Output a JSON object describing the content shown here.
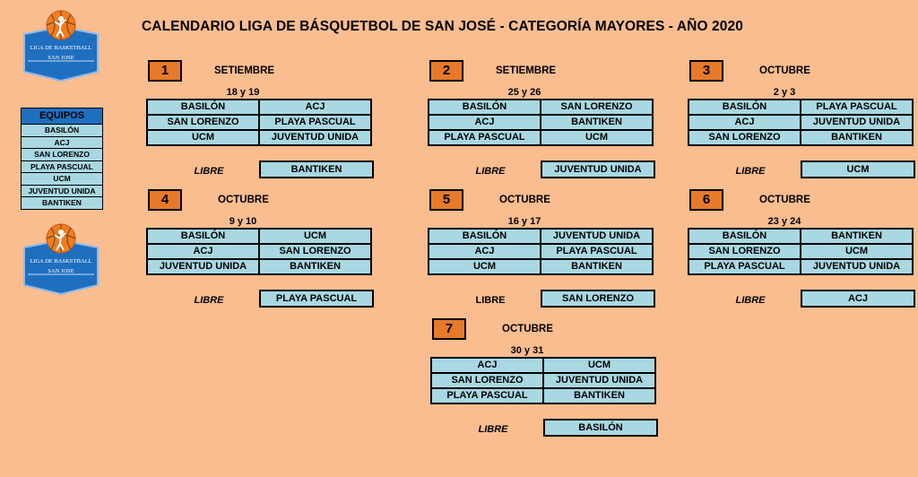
{
  "title": "CALENDARIO LIGA DE BÁSQUETBOL DE SAN JOSÉ - CATEGORÍA MAYORES - AÑO 2020",
  "logo": {
    "line1": "LIGA DE BASKETBALL",
    "line2": "SAN JOSE"
  },
  "teams": {
    "header": "EQUIPOS",
    "items": [
      "BASILÓN",
      "ACJ",
      "SAN LORENZO",
      "PLAYA PASCUAL",
      "UCM",
      "JUVENTUD UNIDA",
      "BANTIKEN"
    ]
  },
  "libre_label": "LIBRE",
  "rounds": [
    {
      "number": "1",
      "month": "SETIEMBRE",
      "dates": "18 y 19",
      "matches": [
        [
          "BASILÓN",
          "ACJ"
        ],
        [
          "SAN LORENZO",
          "PLAYA PASCUAL"
        ],
        [
          "UCM",
          "JUVENTUD UNIDA"
        ]
      ],
      "libre": "BANTIKEN"
    },
    {
      "number": "2",
      "month": "SETIEMBRE",
      "dates": "25 y 26",
      "matches": [
        [
          "BASILÓN",
          "SAN LORENZO"
        ],
        [
          "ACJ",
          "BANTIKEN"
        ],
        [
          "PLAYA PASCUAL",
          "UCM"
        ]
      ],
      "libre": "JUVENTUD UNIDA"
    },
    {
      "number": "3",
      "month": "OCTUBRE",
      "dates": "2 y 3",
      "matches": [
        [
          "BASILÓN",
          "PLAYA PASCUAL"
        ],
        [
          "ACJ",
          "JUVENTUD UNIDA"
        ],
        [
          "SAN LORENZO",
          "BANTIKEN"
        ]
      ],
      "libre": "UCM"
    },
    {
      "number": "4",
      "month": "OCTUBRE",
      "dates": "9 y 10",
      "matches": [
        [
          "BASILÓN",
          "UCM"
        ],
        [
          "ACJ",
          "SAN LORENZO"
        ],
        [
          "JUVENTUD UNIDA",
          "BANTIKEN"
        ]
      ],
      "libre": "PLAYA PASCUAL"
    },
    {
      "number": "5",
      "month": "OCTUBRE",
      "dates": "16 y 17",
      "matches": [
        [
          "BASILÓN",
          "JUVENTUD UNIDA"
        ],
        [
          "ACJ",
          "PLAYA PASCUAL"
        ],
        [
          "UCM",
          "BANTIKEN"
        ]
      ],
      "libre": "SAN LORENZO"
    },
    {
      "number": "6",
      "month": "OCTUBRE",
      "dates": "23 y 24",
      "matches": [
        [
          "BASILÓN",
          "BANTIKEN"
        ],
        [
          "SAN LORENZO",
          "UCM"
        ],
        [
          "PLAYA PASCUAL",
          "JUVENTUD UNIDA"
        ]
      ],
      "libre": "ACJ"
    },
    {
      "number": "7",
      "month": "OCTUBRE",
      "dates": "30 y 31",
      "matches": [
        [
          "ACJ",
          "UCM"
        ],
        [
          "SAN LORENZO",
          "JUVENTUD UNIDA"
        ],
        [
          "PLAYA PASCUAL",
          "BANTIKEN"
        ]
      ],
      "libre": "BASILÓN"
    }
  ],
  "colors": {
    "background": "#F9BD90",
    "round_number": "#E67A2A",
    "cell": "#A9D8E2",
    "teams_header": "#1F6FC0"
  }
}
